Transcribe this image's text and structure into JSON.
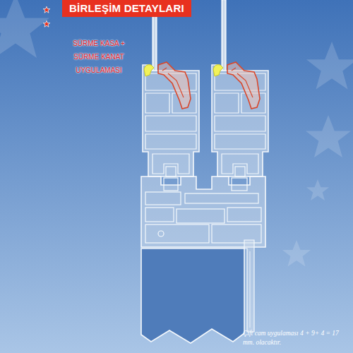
{
  "diagram": {
    "title": "BİRLEŞİM DETAYLARI",
    "caption": "Çift cam uygulaması 4 + 9+ 4 = 17 mm. olacaktır.",
    "labels": [
      "SÜRME KASA + SÜRME KANAT UYGULAMASI"
    ]
  }
}
